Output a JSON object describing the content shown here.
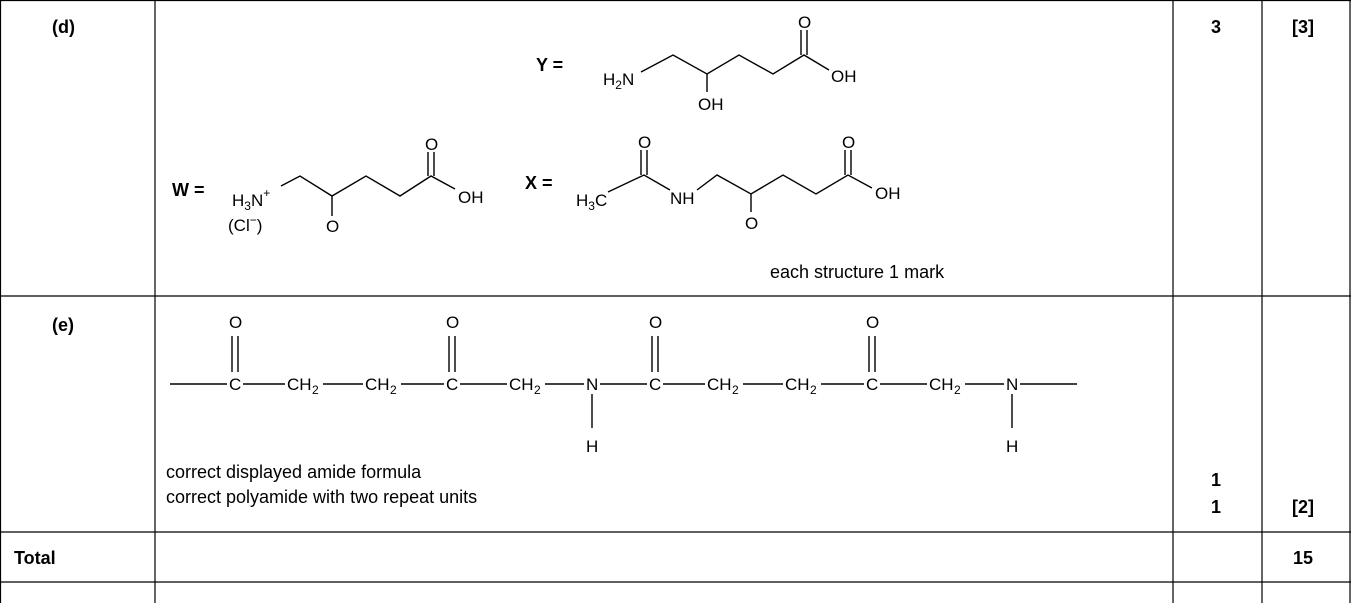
{
  "rows": {
    "d": {
      "label": "(d)",
      "mark": "3",
      "total": "[3]",
      "y_label": "Y =",
      "w_label": "W =",
      "x_label": "X =",
      "note": "each structure 1 mark",
      "atoms": {
        "H2N": "H",
        "OH": "OH",
        "O": "O",
        "H3N": "H",
        "N": "N",
        "Cl": "(Cl",
        "H3C": "H",
        "C": "C",
        "NH": "NH"
      }
    },
    "e": {
      "label": "(e)",
      "lines": [
        "correct displayed amide formula",
        "correct polyamide with two repeat units"
      ],
      "marks": [
        "1",
        "1"
      ],
      "total": "[2]",
      "atoms": {
        "O": "O",
        "C": "C",
        "CH": "CH",
        "N": "N",
        "H": "H",
        "sub2": "2"
      }
    },
    "total": {
      "label": "Total",
      "value": "15"
    }
  }
}
